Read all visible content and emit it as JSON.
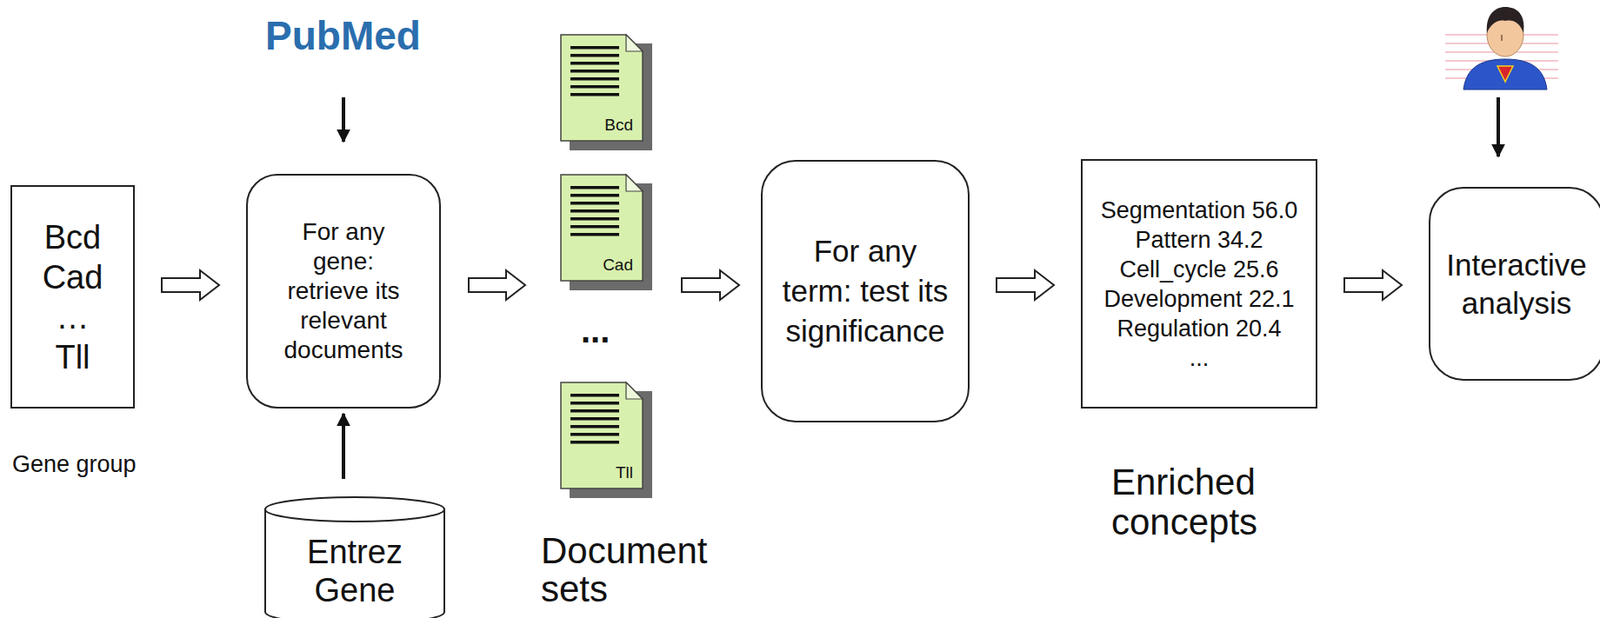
{
  "diagram": {
    "nodes": [
      {
        "text": [
          "Bcd",
          "Cad",
          "…",
          "Tll"
        ]
      },
      {
        "text": [
          "For any gene: retrieve its relevant documents"
        ]
      },
      {
        "text": [
          "Entrez Gene"
        ]
      },
      {
        "text": [
          "Bcd"
        ]
      },
      {
        "text": [
          "Cad"
        ]
      },
      {
        "text": [
          "Tll"
        ]
      },
      {
        "text": [
          "For any term: test its significance"
        ]
      },
      {
        "text": [
          "Segmentation 56.0",
          "Pattern 34.2",
          "Cell_cycle 25.6",
          "Development 22.1",
          "Regulation 20.4",
          "..."
        ]
      },
      {
        "text": [
          "Interactive analysis"
        ]
      }
    ],
    "edges": [
      {
        "from": 0,
        "to": 1,
        "arrow": "to"
      },
      {
        "from": 2,
        "to": 1,
        "arrow": "to"
      },
      {
        "from": 6,
        "to": 7,
        "arrow": "to"
      },
      {
        "from": 7,
        "to": 8,
        "arrow": "to"
      }
    ],
    "labels": [
      "PubMed",
      "...",
      "Gene group",
      "Document sets",
      "Enriched concepts"
    ]
  }
}
